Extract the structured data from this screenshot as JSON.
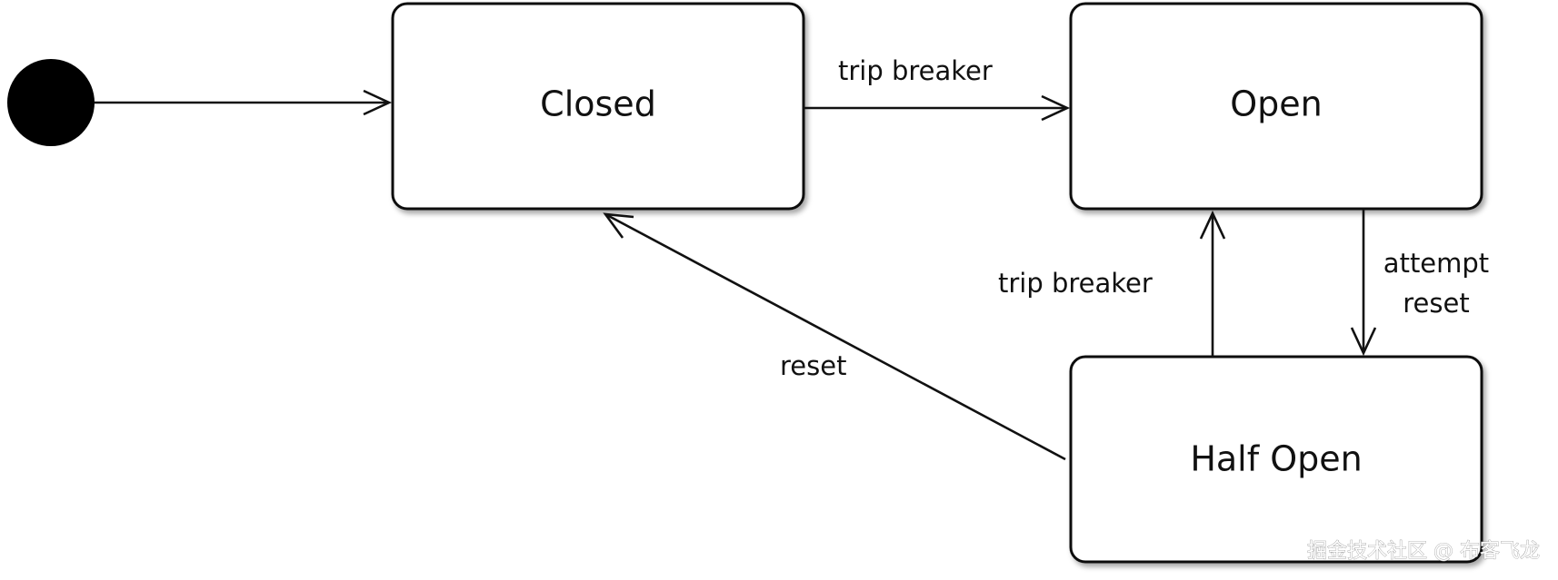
{
  "states": {
    "closed": "Closed",
    "open": "Open",
    "half_open": "Half Open"
  },
  "transitions": {
    "closed_to_open": "trip breaker",
    "half_open_to_open": "trip breaker",
    "open_to_half_open": [
      "attempt",
      "reset"
    ],
    "half_open_to_closed": "reset"
  },
  "watermark": "掘金技术社区 @ 布客飞龙"
}
